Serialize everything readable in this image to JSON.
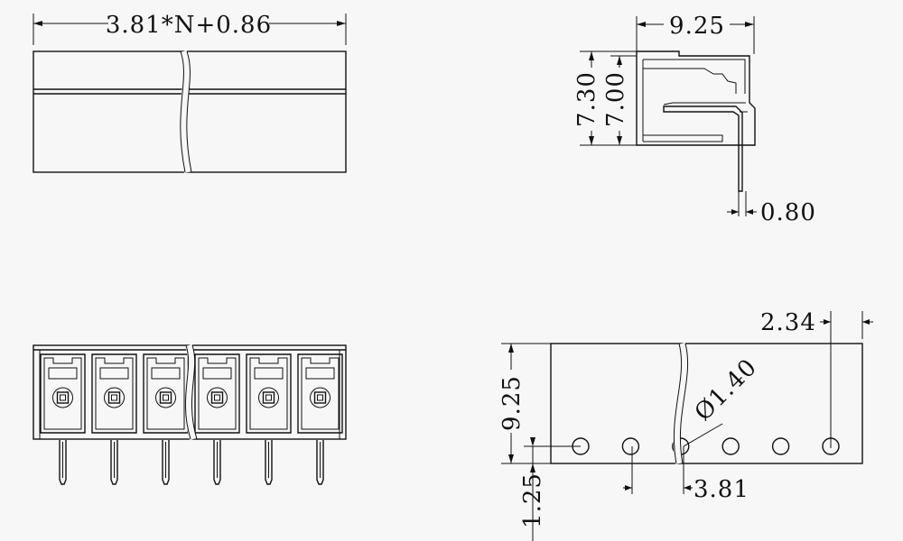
{
  "dimensions": {
    "overall_length": "3.81*N+0.86",
    "side_depth": "9.25",
    "side_height_outer": "7.30",
    "side_height_inner": "7.00",
    "pin_width": "0.80",
    "bottom_offset": "2.34",
    "bottom_depth": "9.25",
    "hole_diameter": "Ø1.40",
    "pin_row_offset": "1.25",
    "pitch": "3.81"
  },
  "pin_count_drawn": 6
}
